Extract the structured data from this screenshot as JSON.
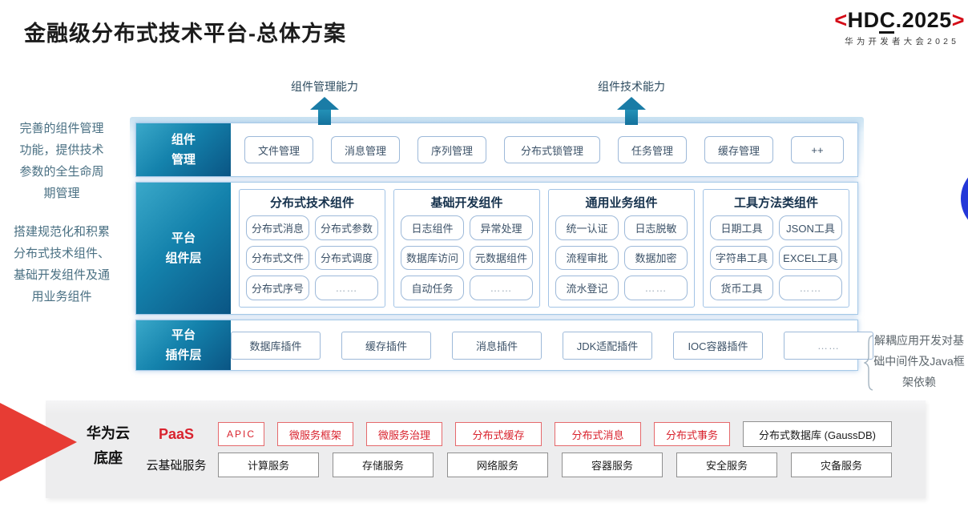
{
  "page": {
    "title": "金融级分布式技术平台-总体方案"
  },
  "logo": {
    "bracket_left": "<",
    "text": "HDC.2025",
    "bracket_right": ">",
    "subtitle": "华为开发者大会2025"
  },
  "capabilities": {
    "management": "组件管理能力",
    "technical": "组件技术能力"
  },
  "annotations": {
    "left_top": "完善的组件管理功能，提供技术参数的全生命周期管理",
    "left_bottom": "搭建规范化和积累分布式技术组件、基础开发组件及通用业务组件",
    "right": "解耦应用开发对基础中间件及Java框架依赖"
  },
  "layers": {
    "management": {
      "label": "组件\n管理",
      "items": [
        "文件管理",
        "消息管理",
        "序列管理",
        "分布式锁管理",
        "任务管理",
        "缓存管理",
        "++"
      ]
    },
    "component": {
      "label": "平台\n组件层",
      "groups": [
        {
          "title": "分布式技术组件",
          "items": [
            "分布式消息",
            "分布式参数",
            "分布式文件",
            "分布式调度",
            "分布式序号",
            "……"
          ]
        },
        {
          "title": "基础开发组件",
          "items": [
            "日志组件",
            "异常处理",
            "数据库访问",
            "元数据组件",
            "自动任务",
            "……"
          ]
        },
        {
          "title": "通用业务组件",
          "items": [
            "统一认证",
            "日志脱敏",
            "流程审批",
            "数据加密",
            "流水登记",
            "……"
          ]
        },
        {
          "title": "工具方法类组件",
          "items": [
            "日期工具",
            "JSON工具",
            "字符串工具",
            "EXCEL工具",
            "货币工具",
            "……"
          ]
        }
      ]
    },
    "plugin": {
      "label": "平台\n插件层",
      "items": [
        "数据库插件",
        "缓存插件",
        "消息插件",
        "JDK适配插件",
        "IOC容器插件",
        "……"
      ]
    }
  },
  "foundation": {
    "label": "华为云\n底座",
    "paas": {
      "title": "PaaS",
      "items": [
        "APIC",
        "微服务框架",
        "微服务治理",
        "分布式缓存",
        "分布式消息",
        "分布式事务"
      ],
      "db_item": "分布式数据库 (GaussDB)"
    },
    "cloud": {
      "title": "云基础服务",
      "items": [
        "计算服务",
        "存储服务",
        "网络服务",
        "容器服务",
        "安全服务",
        "灾备服务"
      ]
    }
  },
  "colors": {
    "teal_accent": "#1482ac",
    "logo_red": "#d40c17",
    "paas_red": "#d9232e",
    "arrow_red": "#e73c34",
    "circle_blue": "#2438d8"
  }
}
